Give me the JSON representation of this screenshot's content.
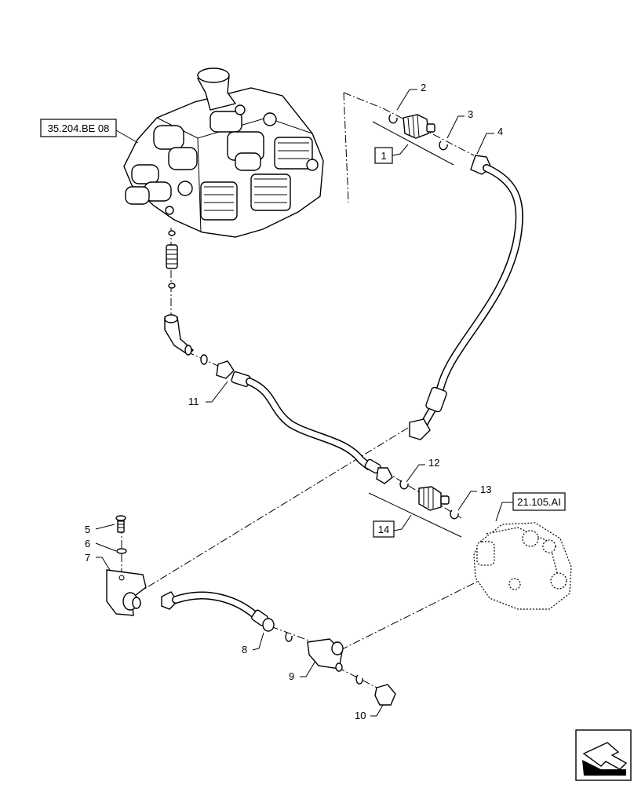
{
  "references": {
    "top_valve": "35.204.BE 08",
    "pump": "21.105.AI"
  },
  "callouts": {
    "c1": "1",
    "c2": "2",
    "c3": "3",
    "c4": "4",
    "c5": "5",
    "c6": "6",
    "c7": "7",
    "c8": "8",
    "c9": "9",
    "c10": "10",
    "c11": "11",
    "c12": "12",
    "c13": "13",
    "c14": "14"
  },
  "icons": {
    "navigation": "arrow-navigation-icon"
  }
}
